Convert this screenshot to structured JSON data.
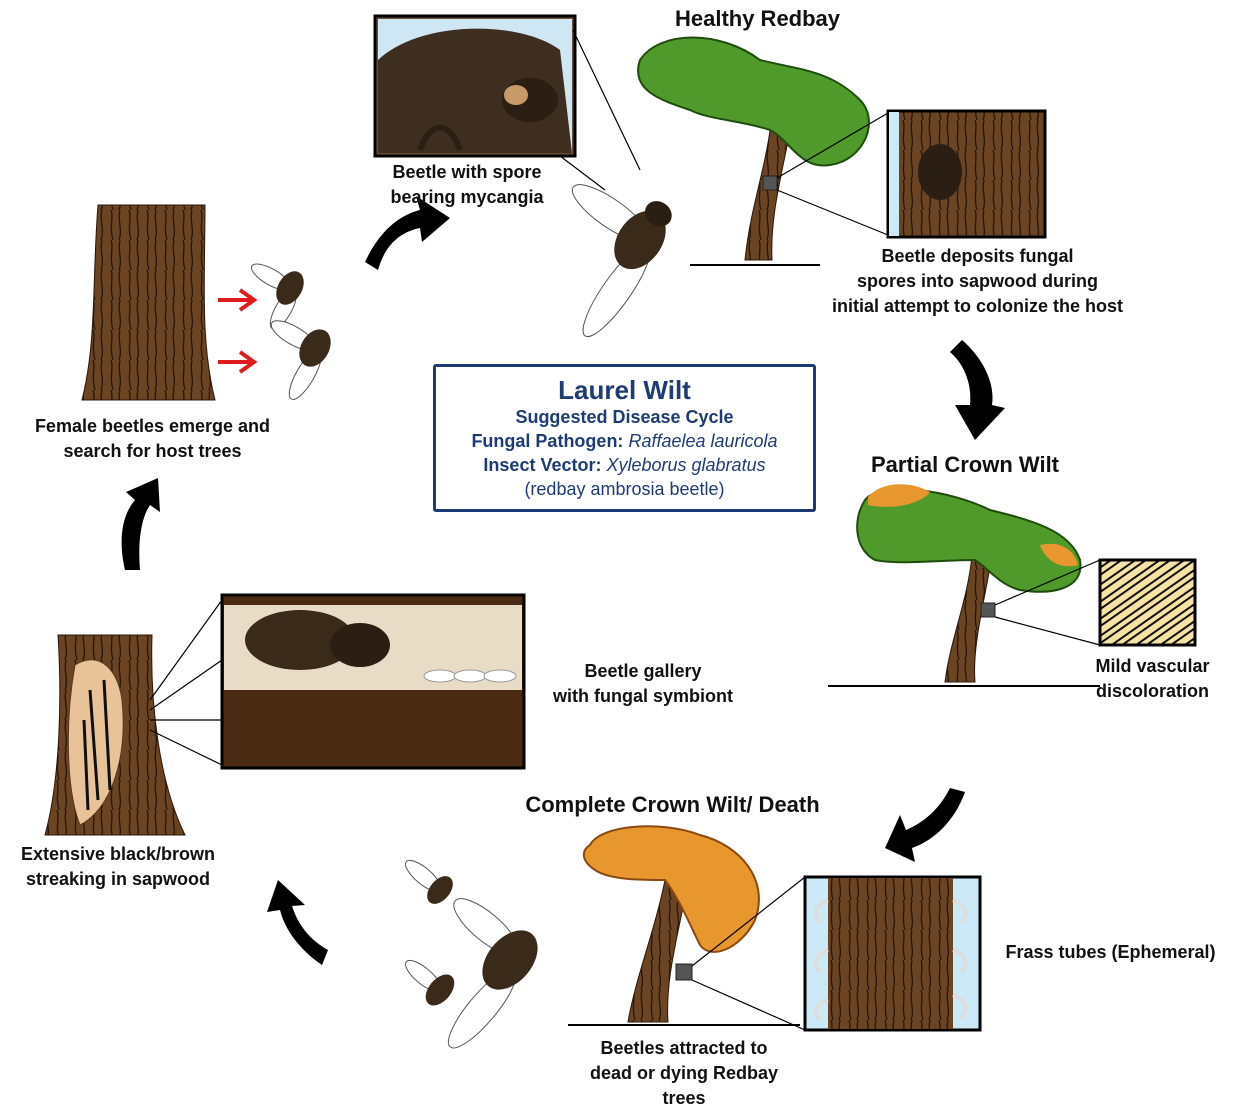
{
  "center_box": {
    "title": "Laurel Wilt",
    "subtitle": "Suggested Disease Cycle",
    "pathogen_label": "Fungal Pathogen:",
    "pathogen_name": "Raffaelea lauricola",
    "vector_label": "Insect Vector:",
    "vector_name": "Xyleborus glabratus",
    "common_name": "(redbay ambrosia beetle)"
  },
  "stages": {
    "healthy": {
      "title": "Healthy Redbay",
      "note": [
        "Beetle deposits fungal",
        "spores into sapwood during",
        "initial attempt to colonize the host"
      ]
    },
    "beetle_closeup": [
      "Beetle with spore",
      "bearing mycangia"
    ],
    "partial": {
      "title": "Partial Crown Wilt",
      "note": [
        "Mild vascular",
        "discoloration"
      ]
    },
    "complete": {
      "title": "Complete Crown Wilt/ Death"
    },
    "frass": "Frass tubes (Ephemeral)",
    "attracted": [
      "Beetles attracted to",
      "dead or dying Redbay",
      "trees"
    ],
    "streaking": [
      "Extensive black/brown",
      "streaking in sapwood"
    ],
    "gallery": [
      "Beetle gallery",
      "with fungal symbiont"
    ],
    "emerge": [
      "Female beetles emerge and",
      "search for host trees"
    ]
  },
  "colors": {
    "box_border": "#1f3b75",
    "bark": "#6b4423",
    "foliage": "#4f9a2a",
    "wilt": "#e8962e",
    "arrow": "#000000",
    "emerge_arrow": "#e01b1b"
  }
}
